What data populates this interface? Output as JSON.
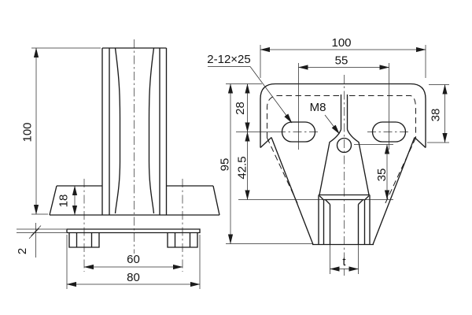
{
  "drawing": {
    "type": "technical-drawing",
    "colors": {
      "line": "#1b1b1b",
      "thin_line": "#2b2b2b",
      "background": "#ffffff"
    },
    "side_view": {
      "overall_height": "100",
      "base_height": "18",
      "pad_thickness": "2",
      "pad_foot_spacing": "60",
      "pad_width": "80"
    },
    "front_view": {
      "overall_width": "100",
      "slot_spacing": "55",
      "slots_note": "2-12×25",
      "flange_height": "38",
      "slot_center_from_top": "28",
      "overall_height": "95",
      "slot_center_to_seat": "42.5",
      "hole_center_to_seat": "35",
      "thread_label": "M8",
      "glass_thickness_label": "t"
    }
  }
}
